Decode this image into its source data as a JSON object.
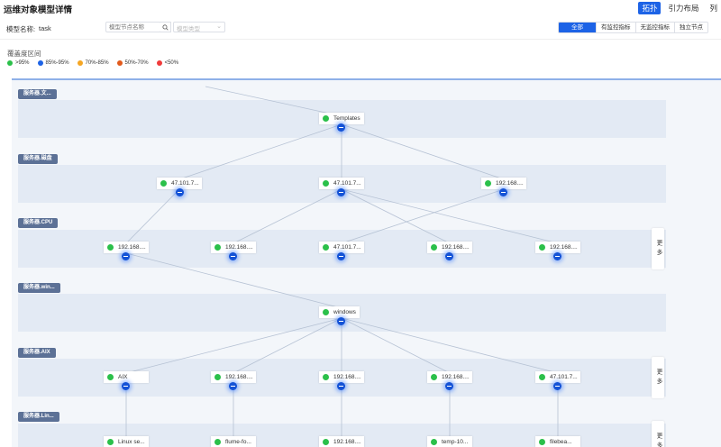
{
  "header": {
    "title": "运维对象模型详情",
    "view_tabs": [
      {
        "label": "拓扑",
        "active": true
      },
      {
        "label": "引力布局",
        "active": false
      },
      {
        "label": "列",
        "active": false
      }
    ]
  },
  "toolbar": {
    "model_name_label": "模型名称:",
    "model_name_value": "task",
    "node_search_placeholder": "模型节点名称",
    "model_type_placeholder": "模型类型",
    "filters": [
      {
        "label": "全部",
        "active": true
      },
      {
        "label": "有监控指标",
        "active": false
      },
      {
        "label": "无监控指标",
        "active": false
      },
      {
        "label": "独立节点",
        "active": false
      }
    ]
  },
  "legend": {
    "title": "覆盖度区间",
    "items": [
      {
        "label": ">95%",
        "color": "#2bc04a"
      },
      {
        "label": "85%-95%",
        "color": "#1d63e6"
      },
      {
        "label": "70%-85%",
        "color": "#f5a623"
      },
      {
        "label": "50%-70%",
        "color": "#e25a1c"
      },
      {
        "label": "<50%",
        "color": "#f03b3b"
      }
    ]
  },
  "layers": [
    {
      "tag": "服务器.文...",
      "nodes": [
        {
          "label": "Templates"
        }
      ]
    },
    {
      "tag": "服务器.磁盘",
      "nodes": [
        {
          "label": "47.101.7..."
        },
        {
          "label": "47.101.7..."
        },
        {
          "label": "192.168...."
        }
      ]
    },
    {
      "tag": "服务器.CPU",
      "more": "更多",
      "nodes": [
        {
          "label": "192.168...."
        },
        {
          "label": "192.168...."
        },
        {
          "label": "47.101.7..."
        },
        {
          "label": "192.168...."
        },
        {
          "label": "192.168...."
        }
      ]
    },
    {
      "tag": "服务器.win...",
      "nodes": [
        {
          "label": "windows"
        }
      ]
    },
    {
      "tag": "服务器.AIX",
      "more": "更多",
      "nodes": [
        {
          "label": "AIX"
        },
        {
          "label": "192.168...."
        },
        {
          "label": "192.168...."
        },
        {
          "label": "192.168...."
        },
        {
          "label": "47.101.7..."
        }
      ]
    },
    {
      "tag": "服务器.Lin...",
      "more": "更多",
      "nodes": [
        {
          "label": "Linux se..."
        },
        {
          "label": "flume-fo..."
        },
        {
          "label": "192.168...."
        },
        {
          "label": "temp-10..."
        },
        {
          "label": "filebea..."
        }
      ]
    }
  ],
  "colors": {
    "accent": "#1d63e6",
    "band": "#e3eaf4",
    "tag": "#5c7196",
    "ok": "#2bc04a"
  }
}
